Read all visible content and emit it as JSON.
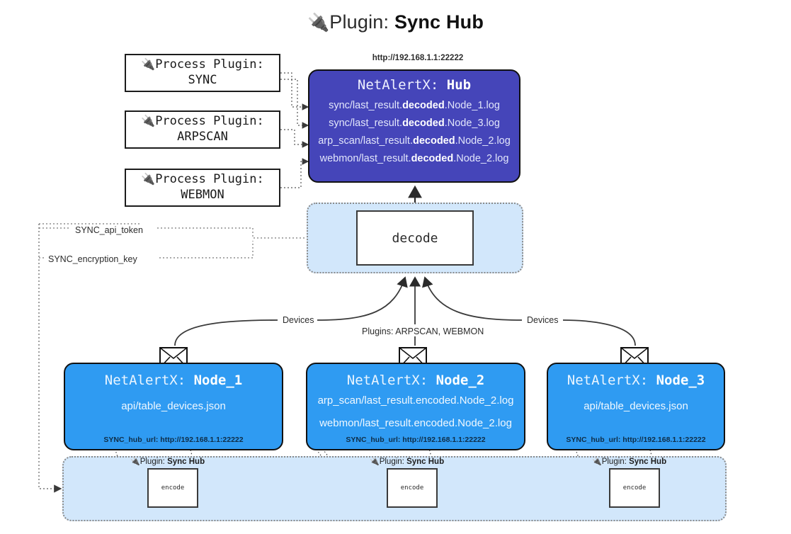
{
  "title": {
    "icon": "plug-icon",
    "prefix": "Plugin: ",
    "name": "Sync Hub"
  },
  "process_plugins": [
    {
      "label": "Process Plugin:",
      "name": "SYNC",
      "icon": "plug-icon"
    },
    {
      "label": "Process Plugin:",
      "name": "ARPSCAN",
      "icon": "plug-icon"
    },
    {
      "label": "Process Plugin:",
      "name": "WEBMON",
      "icon": "plug-icon"
    }
  ],
  "hub": {
    "url": "http://192.168.1.1:22222",
    "title_prefix": "NetAlertX: ",
    "title_name": "Hub",
    "logs": [
      {
        "pre": "sync/last_result.",
        "mid": "decoded",
        "post": ".Node_1.log"
      },
      {
        "pre": "sync/last_result.",
        "mid": "decoded",
        "post": ".Node_3.log"
      },
      {
        "pre": "arp_scan/last_result.",
        "mid": "decoded",
        "post": ".Node_2.log"
      },
      {
        "pre": "webmon/last_result.",
        "mid": "decoded",
        "post": ".Node_2.log"
      }
    ]
  },
  "decode": {
    "label": "decode"
  },
  "settings": {
    "api_token": "SYNC_api_token",
    "encryption_key": "SYNC_encryption_key"
  },
  "edge_labels": {
    "devices_left": "Devices",
    "devices_right": "Devices",
    "plugins_center": "Plugins: ARPSCAN, WEBMON"
  },
  "nodes": [
    {
      "title_prefix": "NetAlertX: ",
      "title_name": "Node_1",
      "lines": [
        "api/table_devices.json"
      ],
      "footer": "SYNC_hub_url: http://192.168.1.1:22222",
      "envelope_icon": "envelope-icon"
    },
    {
      "title_prefix": "NetAlertX: ",
      "title_name": "Node_2",
      "lines": [
        "arp_scan/last_result.encoded.Node_2.log",
        "webmon/last_result.encoded.Node_2.log"
      ],
      "footer": "SYNC_hub_url: http://192.168.1.1:22222",
      "envelope_icon": "envelope-icon"
    },
    {
      "title_prefix": "NetAlertX: ",
      "title_name": "Node_3",
      "lines": [
        "api/table_devices.json"
      ],
      "footer": "SYNC_hub_url: http://192.168.1.1:22222",
      "envelope_icon": "envelope-icon"
    }
  ],
  "encoders": [
    {
      "plugin_label": "Plugin: ",
      "plugin_name": "Sync Hub",
      "box_label": "encode",
      "icon": "plug-icon"
    },
    {
      "plugin_label": "Plugin: ",
      "plugin_name": "Sync Hub",
      "box_label": "encode",
      "icon": "plug-icon"
    },
    {
      "plugin_label": "Plugin: ",
      "plugin_name": "Sync Hub",
      "box_label": "encode",
      "icon": "plug-icon"
    }
  ],
  "colors": {
    "hub": "#4545b9",
    "node": "#2f9bf2",
    "cluster": "#d2e7fb",
    "stroke": "#111111"
  }
}
